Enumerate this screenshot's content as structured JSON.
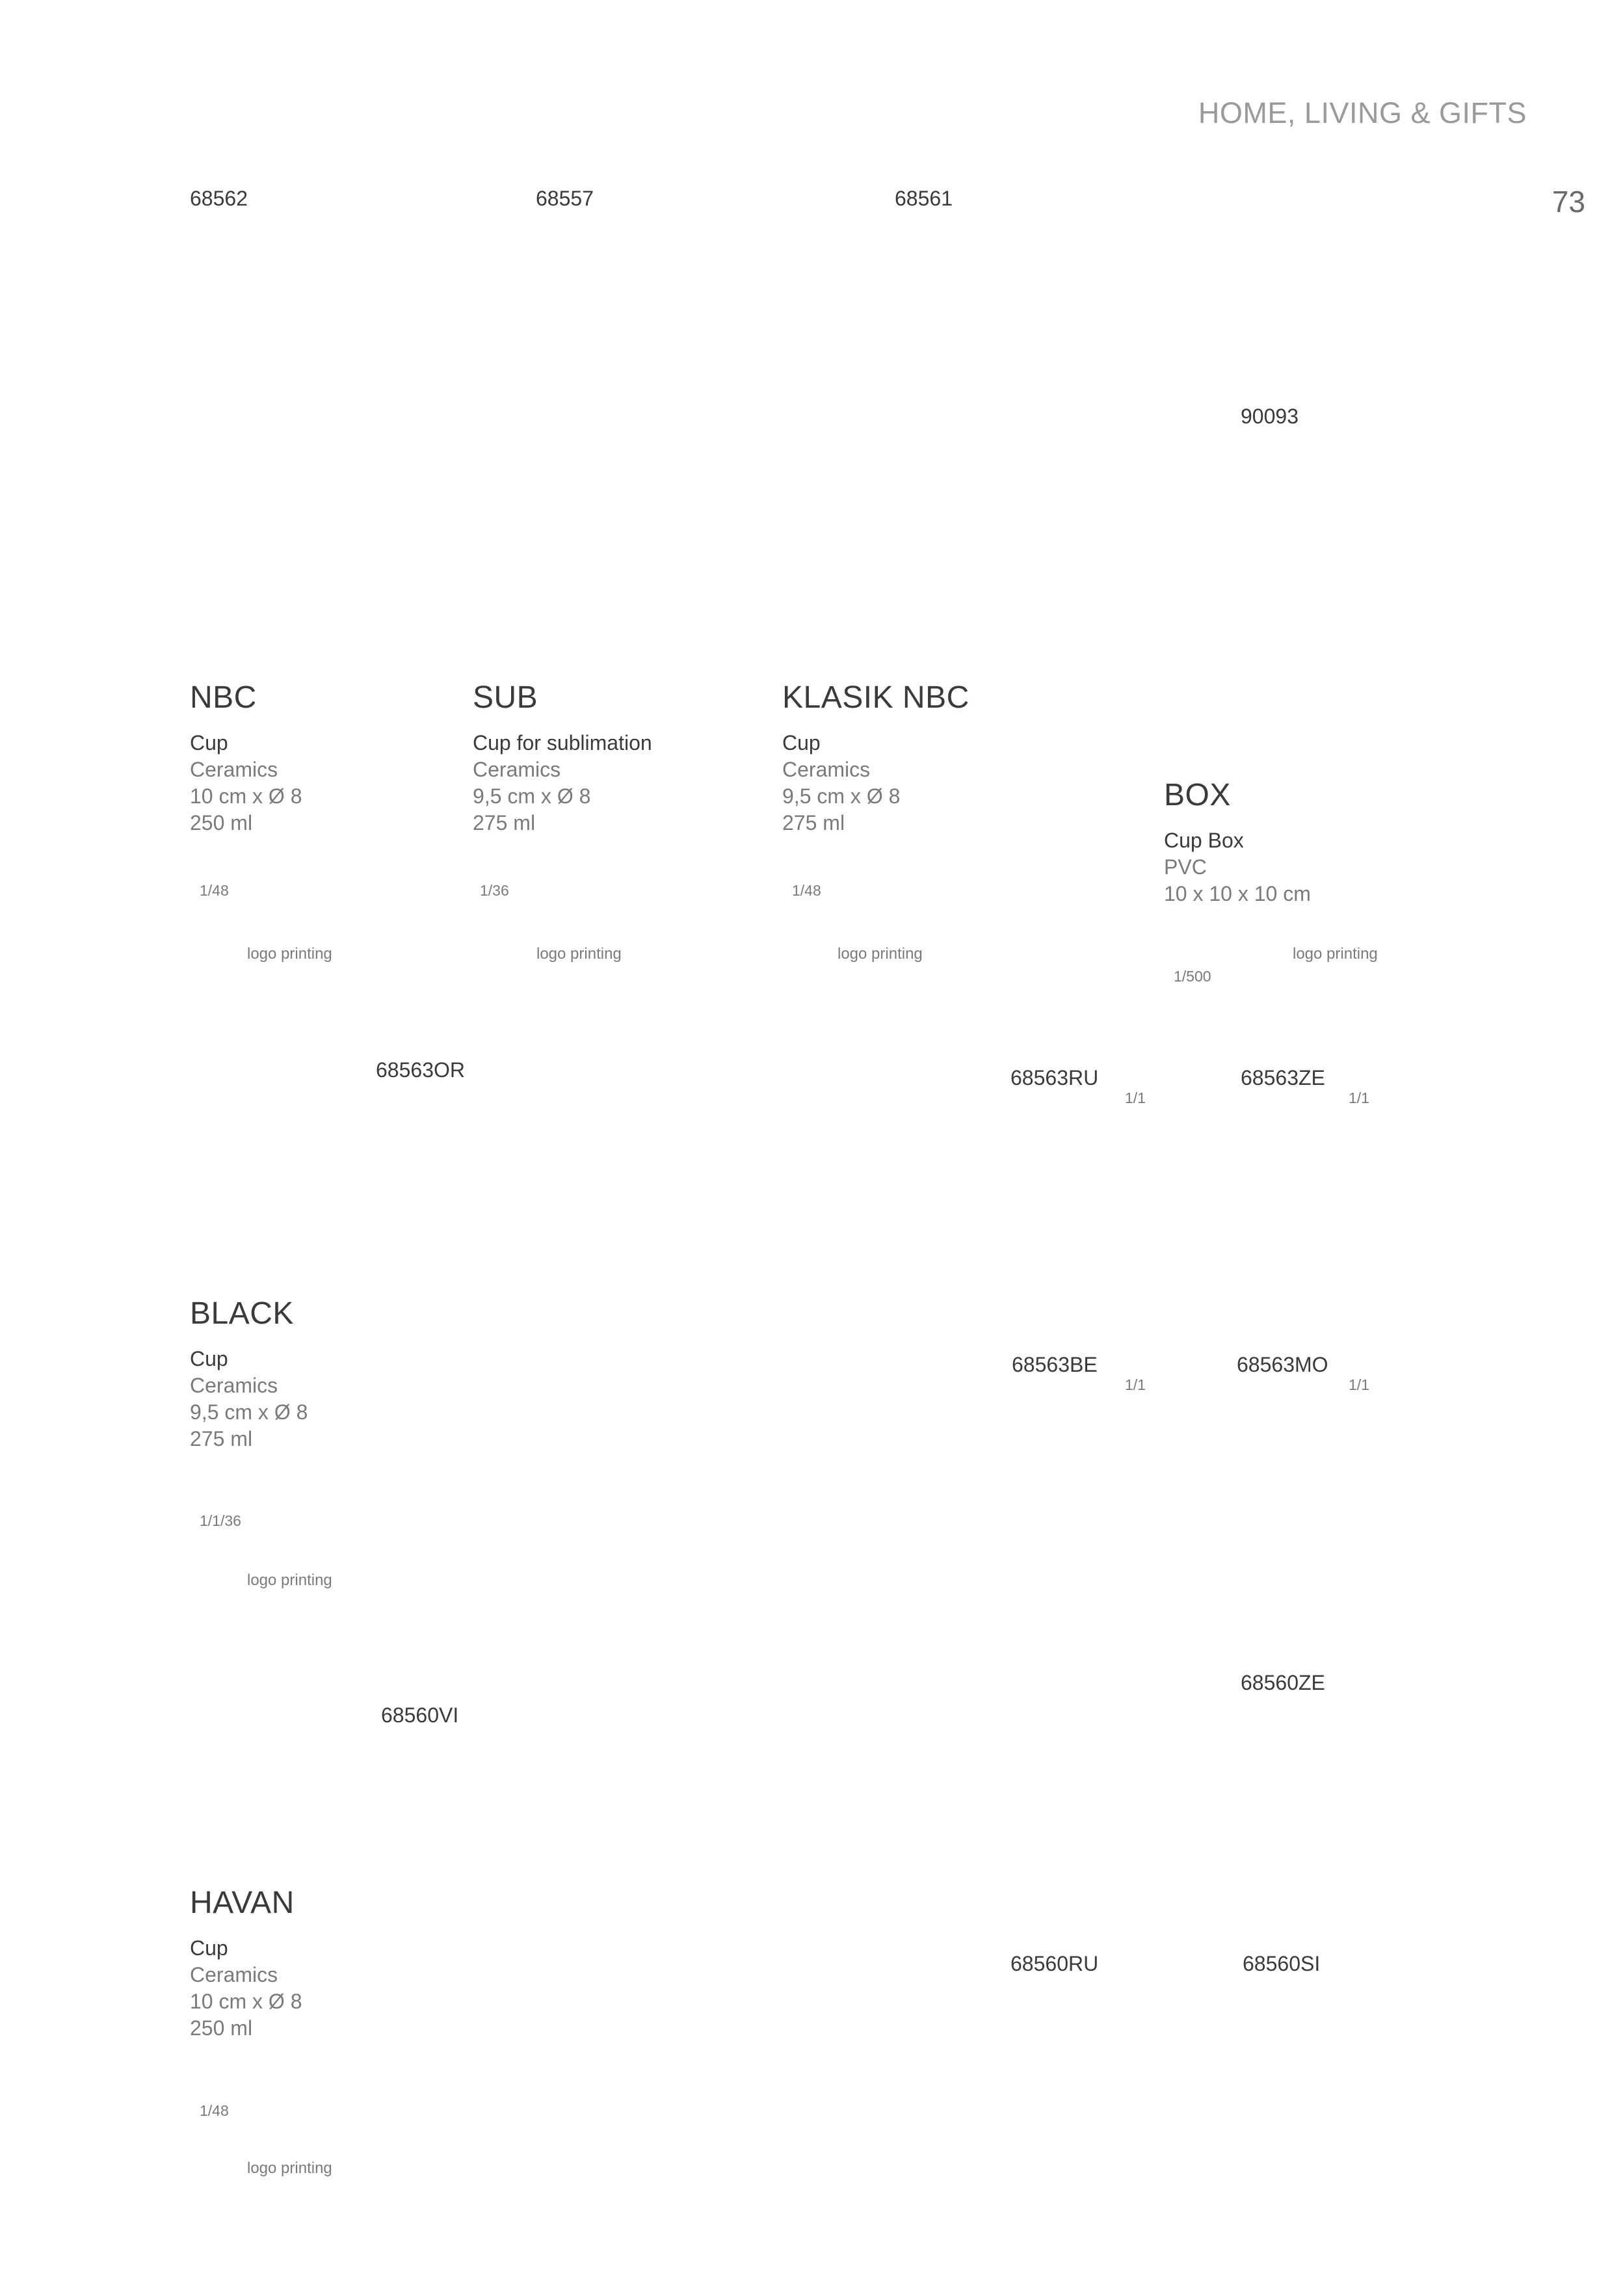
{
  "header": {
    "section": "HOME, LIVING & GIFTS",
    "page_number": "73"
  },
  "top_codes": [
    "68562",
    "68557",
    "68561"
  ],
  "box_code": "90093",
  "products": {
    "nbc": {
      "name": "NBC",
      "type": "Cup",
      "material": "Ceramics",
      "size": "10 cm x Ø 8",
      "volume": "250 ml",
      "pack": "1/48",
      "logo": "logo printing"
    },
    "sub": {
      "name": "SUB",
      "type": "Cup for sublimation",
      "material": "Ceramics",
      "size": "9,5 cm x Ø 8",
      "volume": "275 ml",
      "pack": "1/36",
      "logo": "logo printing"
    },
    "klasik": {
      "name": "KLASIK NBC",
      "type": "Cup",
      "material": "Ceramics",
      "size": "9,5 cm x Ø 8",
      "volume": "275 ml",
      "pack": "1/48",
      "logo": "logo printing"
    },
    "box": {
      "name": "BOX",
      "type": "Cup Box",
      "material": "PVC",
      "size": "10 x 10 x 10 cm",
      "pack": "1/500",
      "logo": "logo printing"
    },
    "black": {
      "name": "BLACK",
      "type": "Cup",
      "material": "Ceramics",
      "size": "9,5 cm x Ø 8",
      "volume": "275 ml",
      "pack": "1/1/36",
      "logo": "logo printing"
    },
    "havan": {
      "name": "HAVAN",
      "type": "Cup",
      "material": "Ceramics",
      "size": "10 cm x Ø 8",
      "volume": "250 ml",
      "pack": "1/48",
      "logo": "logo printing"
    }
  },
  "variants": {
    "black_main": "68563OR",
    "black_ru": "68563RU",
    "black_ru_pack": "1/1",
    "black_ze": "68563ZE",
    "black_ze_pack": "1/1",
    "black_be": "68563BE",
    "black_be_pack": "1/1",
    "black_mo": "68563MO",
    "black_mo_pack": "1/1",
    "havan_main": "68560VI",
    "havan_ze": "68560ZE",
    "havan_ru": "68560RU",
    "havan_si": "68560SI"
  }
}
